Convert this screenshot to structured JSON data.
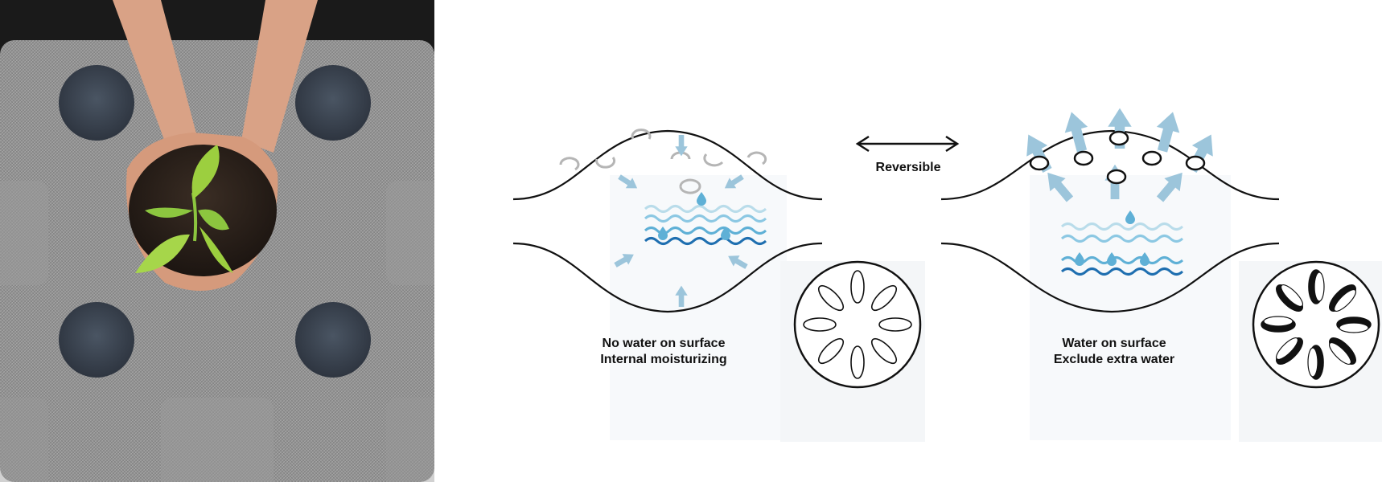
{
  "photo": {
    "subject": "hands holding soil with seedling on textured grey fabric with four round water pads"
  },
  "diagram": {
    "reversible_label": "Reversible",
    "left_state": {
      "line1": "No water on surface",
      "line2": "Internal moisturizing"
    },
    "right_state": {
      "line1": "Water on surface",
      "line2": "Exclude extra water"
    },
    "colors": {
      "arrow": "#9cc5db",
      "wave_light": "#b9dcea",
      "wave_mid": "#5fb0d6",
      "wave_dark": "#1f6fb0",
      "outline": "#111111",
      "pore_open": "#b5b5b5"
    }
  }
}
